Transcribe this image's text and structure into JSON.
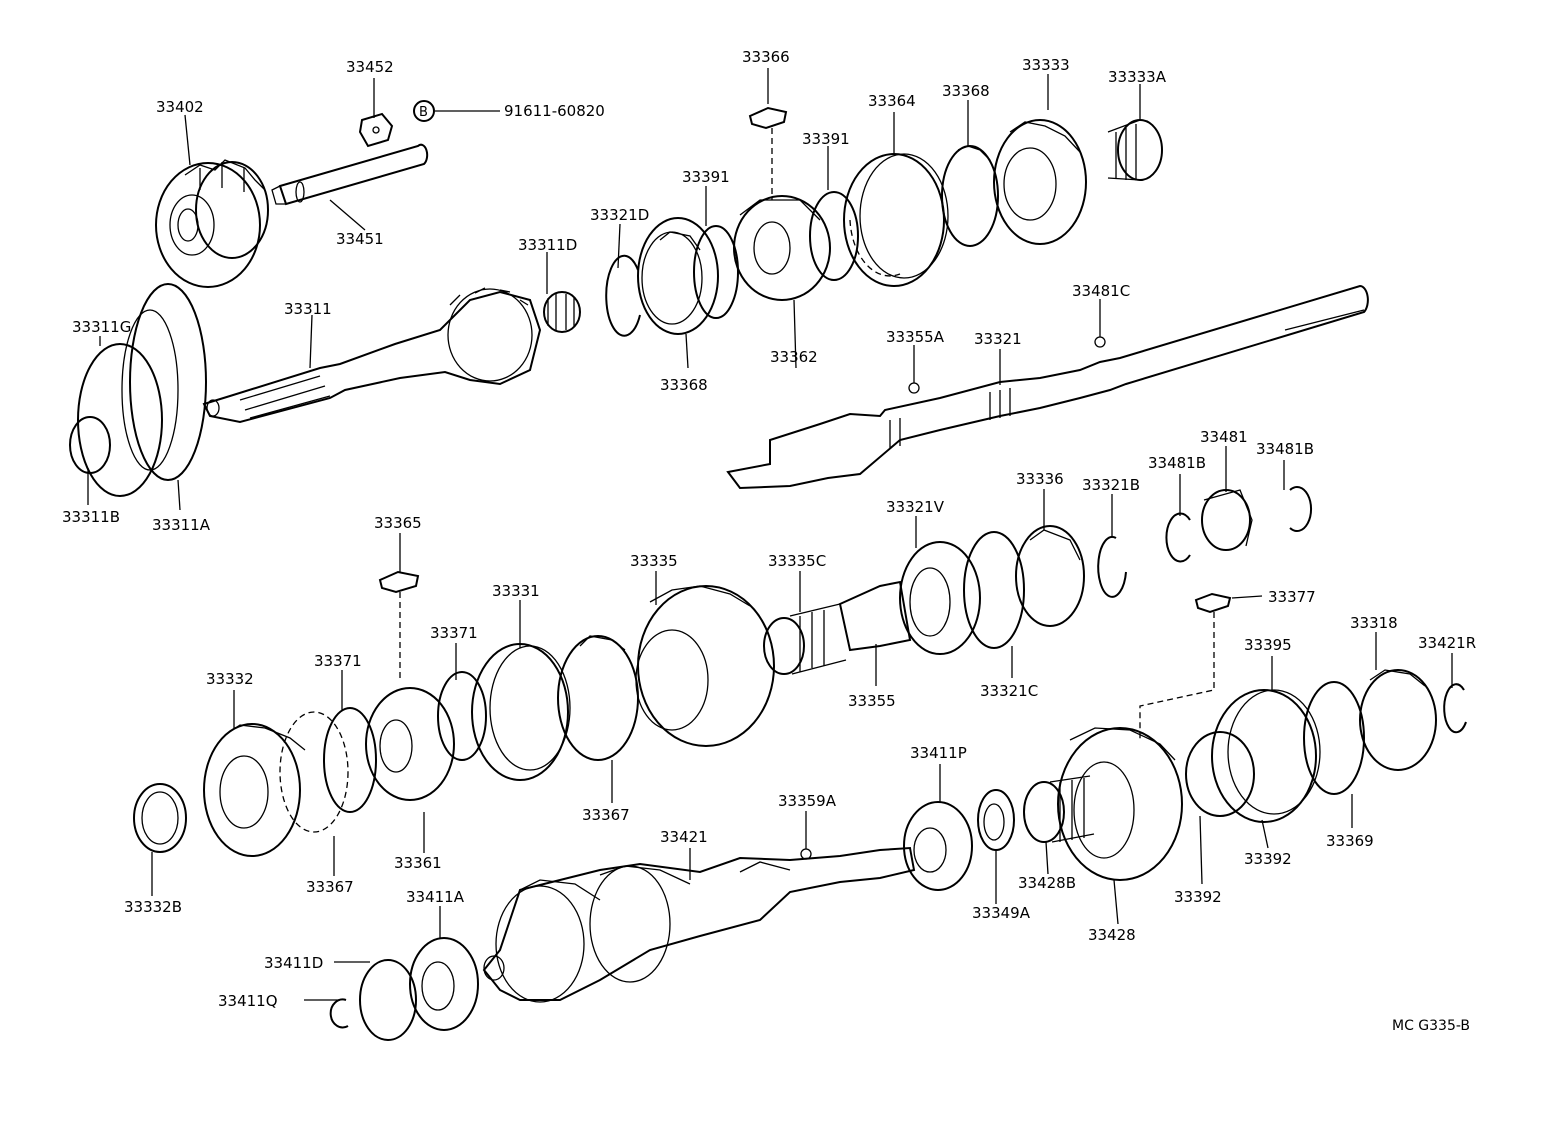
{
  "diagram": {
    "code": "MC G335-B",
    "bolt_marker": "B",
    "bolt_part": "91611-60820"
  },
  "labels": [
    "33402",
    "33452",
    "33451",
    "33311",
    "33311G",
    "33311B",
    "33311A",
    "33311D",
    "33321D",
    "33368",
    "33391",
    "33366",
    "33362",
    "33391",
    "33364",
    "33368",
    "33333",
    "33333A",
    "33481C",
    "33355A",
    "33321",
    "33481",
    "33481B",
    "33481B",
    "33336",
    "33321B",
    "33321V",
    "33365",
    "33335",
    "33335C",
    "33331",
    "33371",
    "33371",
    "33332",
    "33367",
    "33361",
    "33367",
    "33355",
    "33321C",
    "33377",
    "33395",
    "33318",
    "33421R",
    "33369",
    "33392",
    "33392",
    "33332B",
    "33359A",
    "33421",
    "33411P",
    "33411A",
    "33411D",
    "33411Q",
    "33349A",
    "33428B",
    "33428"
  ]
}
